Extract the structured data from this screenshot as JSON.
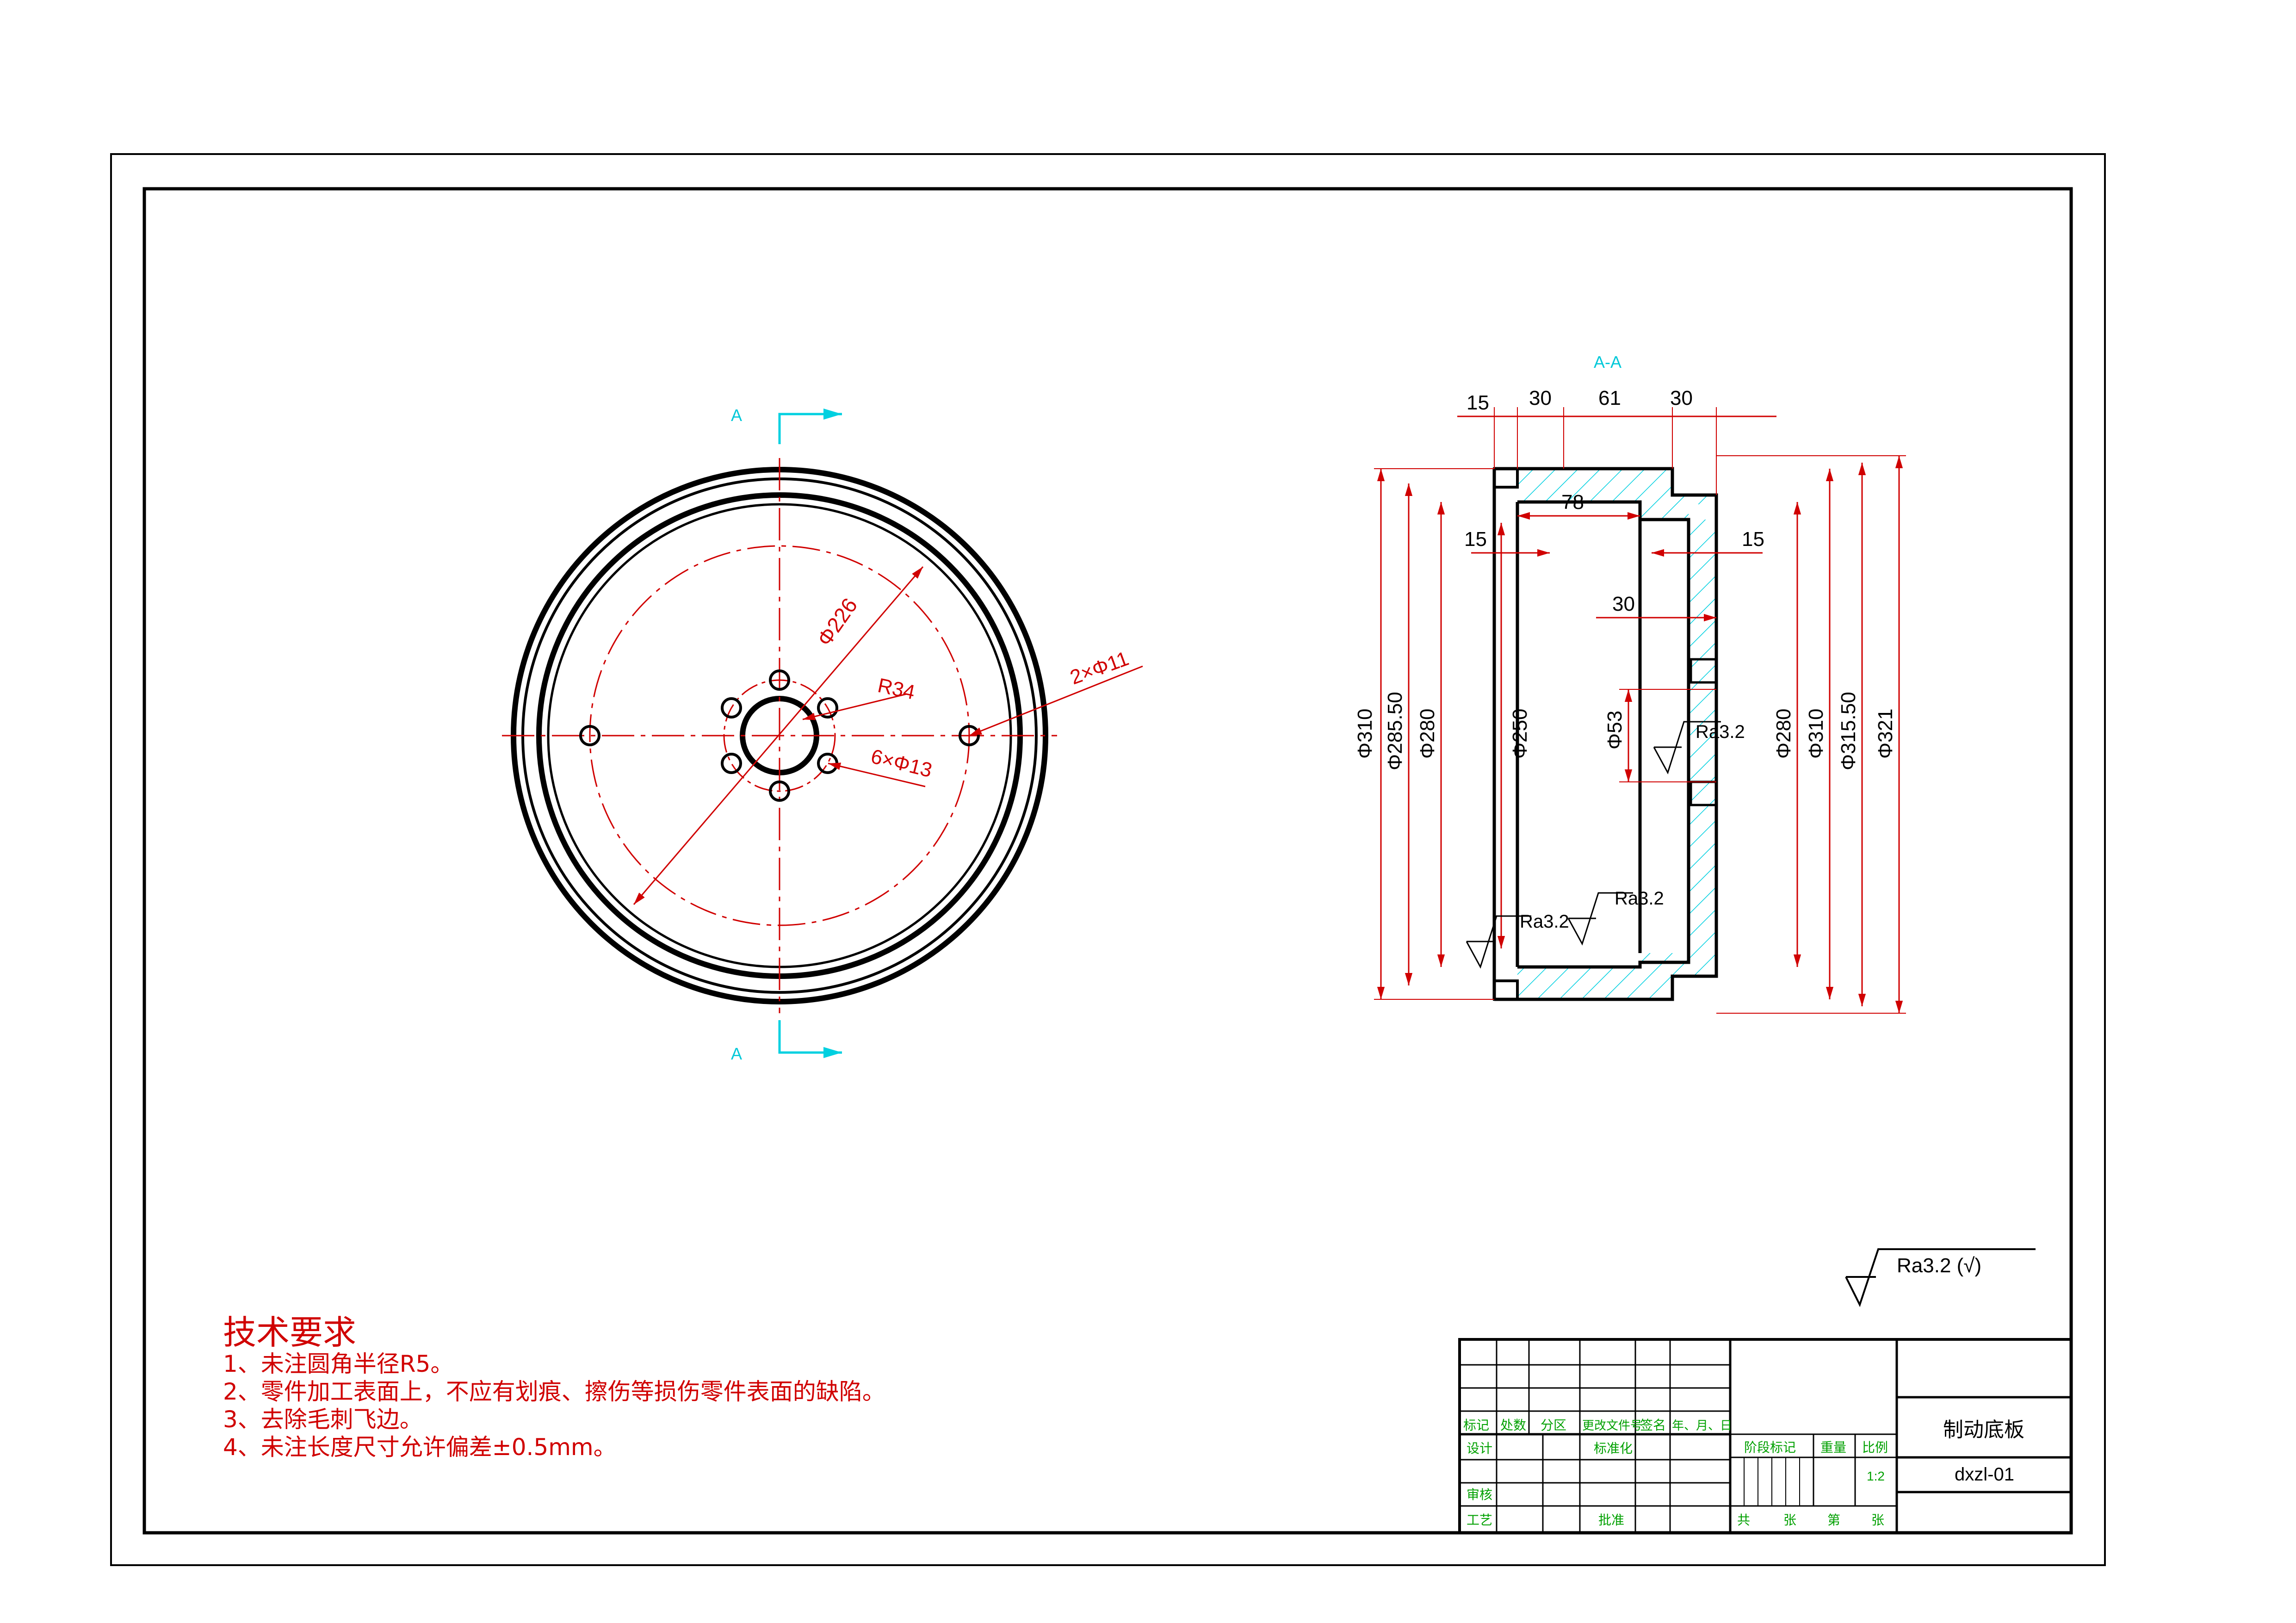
{
  "section_label": "A-A",
  "cut_marks": {
    "top": "A",
    "bottom": "A"
  },
  "front_view": {
    "dims": {
      "pcd": "Φ226",
      "hub_radius": "R34",
      "bolt_holes": "6×Φ13",
      "outer_holes": "2×Φ11"
    }
  },
  "section_view": {
    "top_dims": [
      "15",
      "30",
      "61",
      "30"
    ],
    "inner_dims": [
      "78",
      "15",
      "15",
      "30"
    ],
    "dia_dims": [
      "Φ310",
      "Φ285.50",
      "Φ280",
      "Φ250",
      "Φ53",
      "Φ280",
      "Φ310",
      "Φ315.50",
      "Φ321"
    ],
    "roughness": [
      "Ra3.2",
      "Ra3.2",
      "Ra3.2"
    ]
  },
  "general_roughness": "Ra3.2 (√)",
  "tech_requirements": {
    "title": "技术要求",
    "items": [
      "1、未注圆角半径R5。",
      "2、零件加工表面上，不应有划痕、擦伤等损伤零件表面的缺陷。",
      "3、去除毛刺飞边。",
      "4、未注长度尺寸允许偏差±0.5mm。"
    ]
  },
  "title_block": {
    "row_headers": [
      "标记",
      "处数",
      "分区",
      "更改文件号",
      "签名",
      "年、月、日"
    ],
    "labels": {
      "design": "设计",
      "standard": "标准化",
      "check": "审核",
      "process": "工艺",
      "approve": "批准",
      "stage": "阶段标记",
      "weight": "重量",
      "scale": "比例",
      "total": "共",
      "sheets": "张",
      "page": "第",
      "page_sheets": "张"
    },
    "scale_value": "1:2",
    "part_name": "制动底板",
    "drawing_no": "dxzl-01"
  },
  "colors": {
    "outline": "#000000",
    "dimension": "#d00000",
    "section_marks": "#00d0e0",
    "title_block_text": "#00a000"
  }
}
